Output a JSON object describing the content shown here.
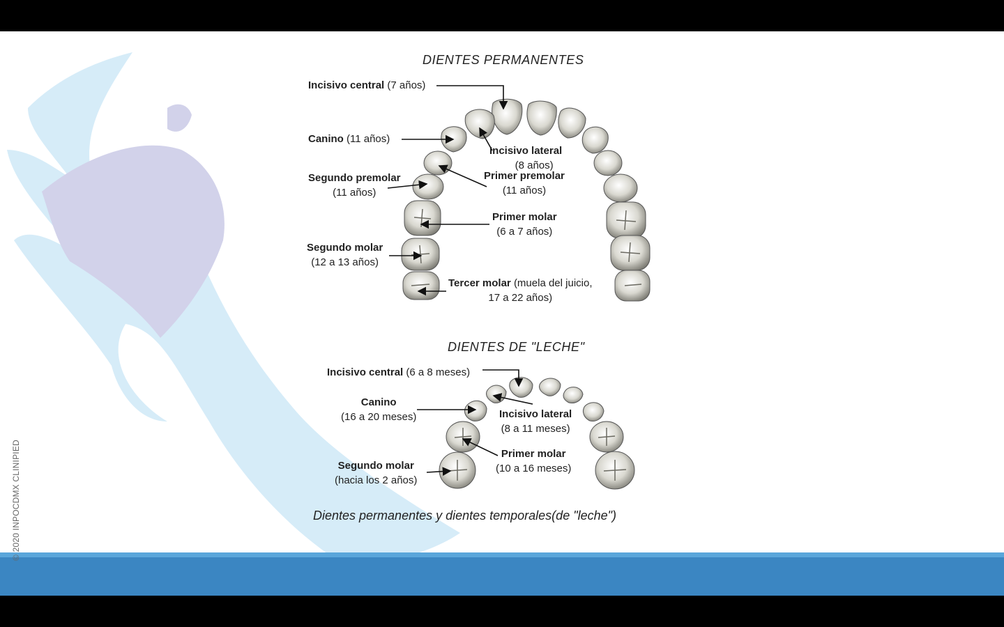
{
  "copyright": "© 2020 INPOCDMX CLINIPIED",
  "permanent": {
    "title": "DIENTES  PERMANENTES",
    "labels": {
      "incisivo_central": {
        "name": "Incisivo central",
        "age": "(7 años)"
      },
      "canino": {
        "name": "Canino",
        "age": "(11 años)"
      },
      "incisivo_lateral": {
        "name": "Incisivo lateral",
        "age": "(8 años)"
      },
      "segundo_premolar": {
        "name": "Segundo premolar",
        "age": "(11 años)"
      },
      "primer_premolar": {
        "name": "Primer premolar",
        "age": "(11 años)"
      },
      "primer_molar": {
        "name": "Primer molar",
        "age": "(6 a 7 años)"
      },
      "segundo_molar": {
        "name": "Segundo molar",
        "age": "(12 a 13 años)"
      },
      "tercer_molar": {
        "name": "Tercer molar",
        "age": "(muela del juicio,",
        "age2": "17 a 22 años)"
      }
    }
  },
  "deciduous": {
    "title": "DIENTES  DE \"LECHE\"",
    "labels": {
      "incisivo_central": {
        "name": "Incisivo central",
        "age": "(6 a 8 meses)"
      },
      "canino": {
        "name": "Canino",
        "age": "(16 a 20 meses)"
      },
      "incisivo_lateral": {
        "name": "Incisivo lateral",
        "age": "(8 a 11 meses)"
      },
      "primer_molar": {
        "name": "Primer molar",
        "age": "(10 a 16 meses)"
      },
      "segundo_molar": {
        "name": "Segundo molar",
        "age": "(hacia los 2 años)"
      }
    }
  },
  "caption": "Dientes permanentes y dientes temporales(de \"leche\")",
  "colors": {
    "footer": "#3b86c2",
    "footer_line": "#5aa6da",
    "logo_light": "#d6ecf8",
    "logo_purple": "#d2d2ea"
  }
}
